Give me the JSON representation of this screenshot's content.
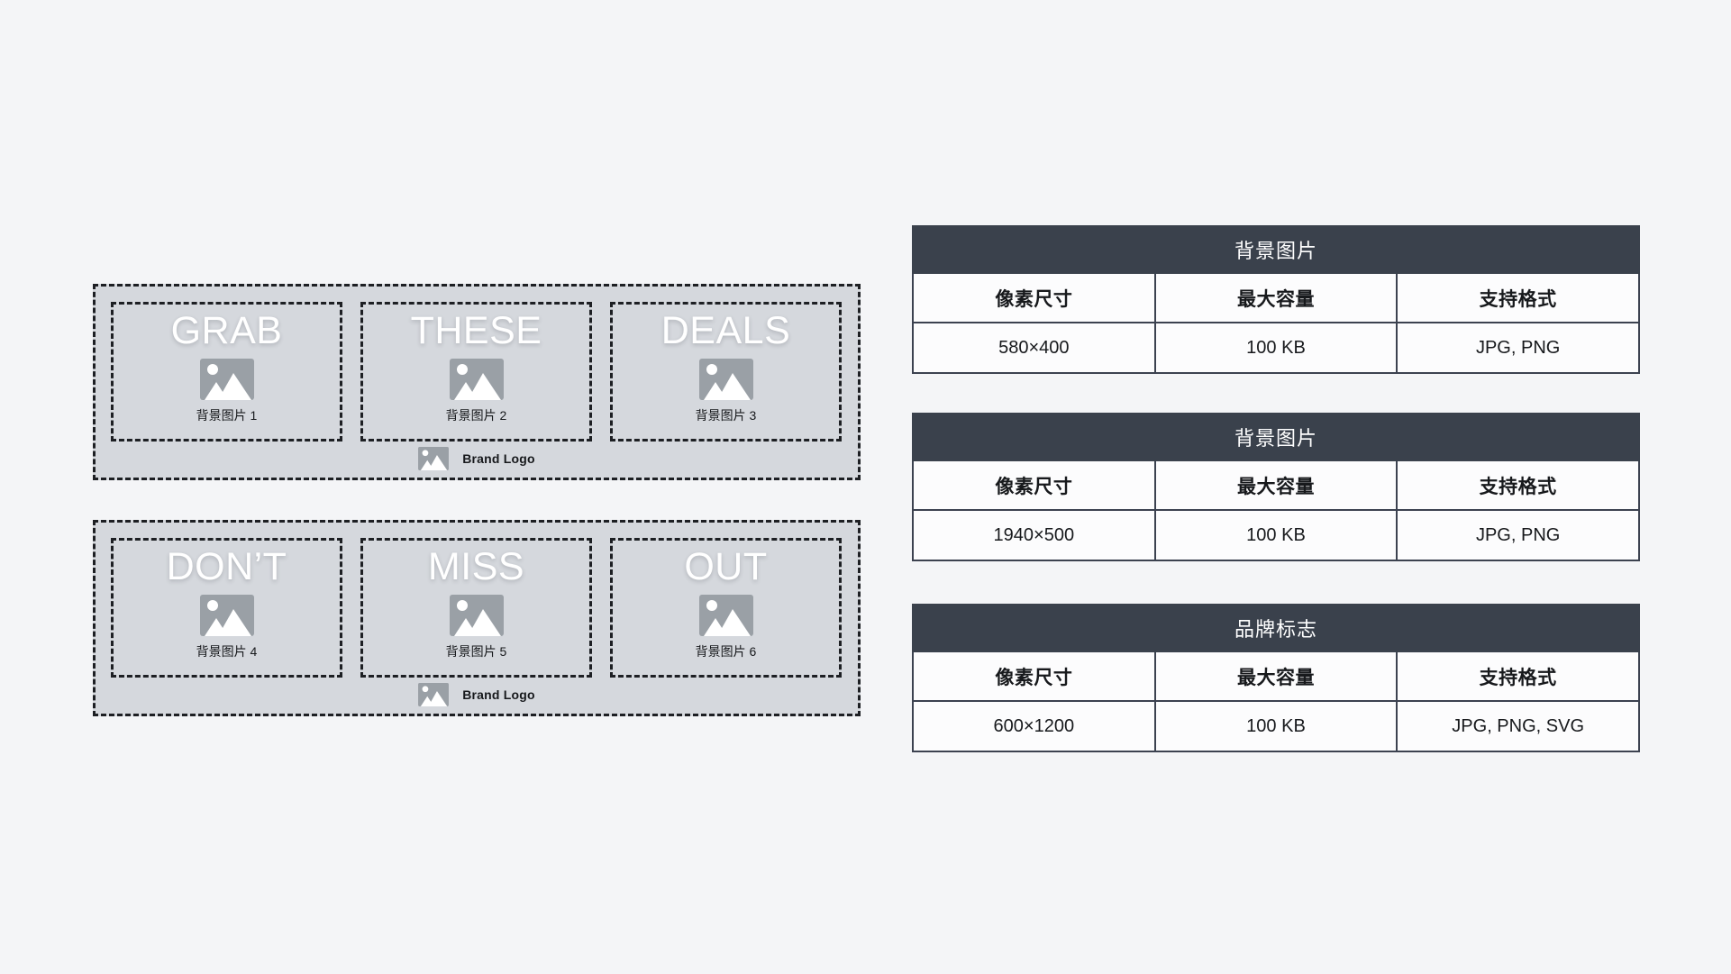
{
  "colors": {
    "page_bg": "#f4f5f7",
    "banner_bg": "#d5d8dd",
    "dashed_border": "#1d1f23",
    "table_header_bg": "#3a414c",
    "table_header_text": "#ffffff",
    "table_border": "#3c4250",
    "cell_bg": "#fcfcfd",
    "placeholder_icon_gray": "#9aa0a6",
    "banner_word_color": "#ffffff",
    "text_dark": "#17191c"
  },
  "icons": {
    "image_placeholder_icon": "gray thumbnail with white sun and mountains",
    "brand_logo_icon": "gray thumbnail with white sun and mountains (small)"
  },
  "banners": [
    {
      "panels": [
        {
          "word": "GRAB",
          "label": "背景图片 1"
        },
        {
          "word": "THESE",
          "label": "背景图片 2"
        },
        {
          "word": "DEALS",
          "label": "背景图片 3"
        }
      ],
      "logo_label": "Brand Logo"
    },
    {
      "panels": [
        {
          "word": "DON’T",
          "label": "背景图片 4"
        },
        {
          "word": "MISS",
          "label": "背景图片 5"
        },
        {
          "word": "OUT",
          "label": "背景图片 6"
        }
      ],
      "logo_label": "Brand Logo"
    }
  ],
  "tables": [
    {
      "title": "背景图片",
      "columns": [
        "像素尺寸",
        "最大容量",
        "支持格式"
      ],
      "row": [
        "580×400",
        "100 KB",
        "JPG, PNG"
      ]
    },
    {
      "title": "背景图片",
      "columns": [
        "像素尺寸",
        "最大容量",
        "支持格式"
      ],
      "row": [
        "1940×500",
        "100 KB",
        "JPG, PNG"
      ]
    },
    {
      "title": "品牌标志",
      "columns": [
        "像素尺寸",
        "最大容量",
        "支持格式"
      ],
      "row": [
        "600×1200",
        "100 KB",
        "JPG, PNG, SVG"
      ]
    }
  ]
}
